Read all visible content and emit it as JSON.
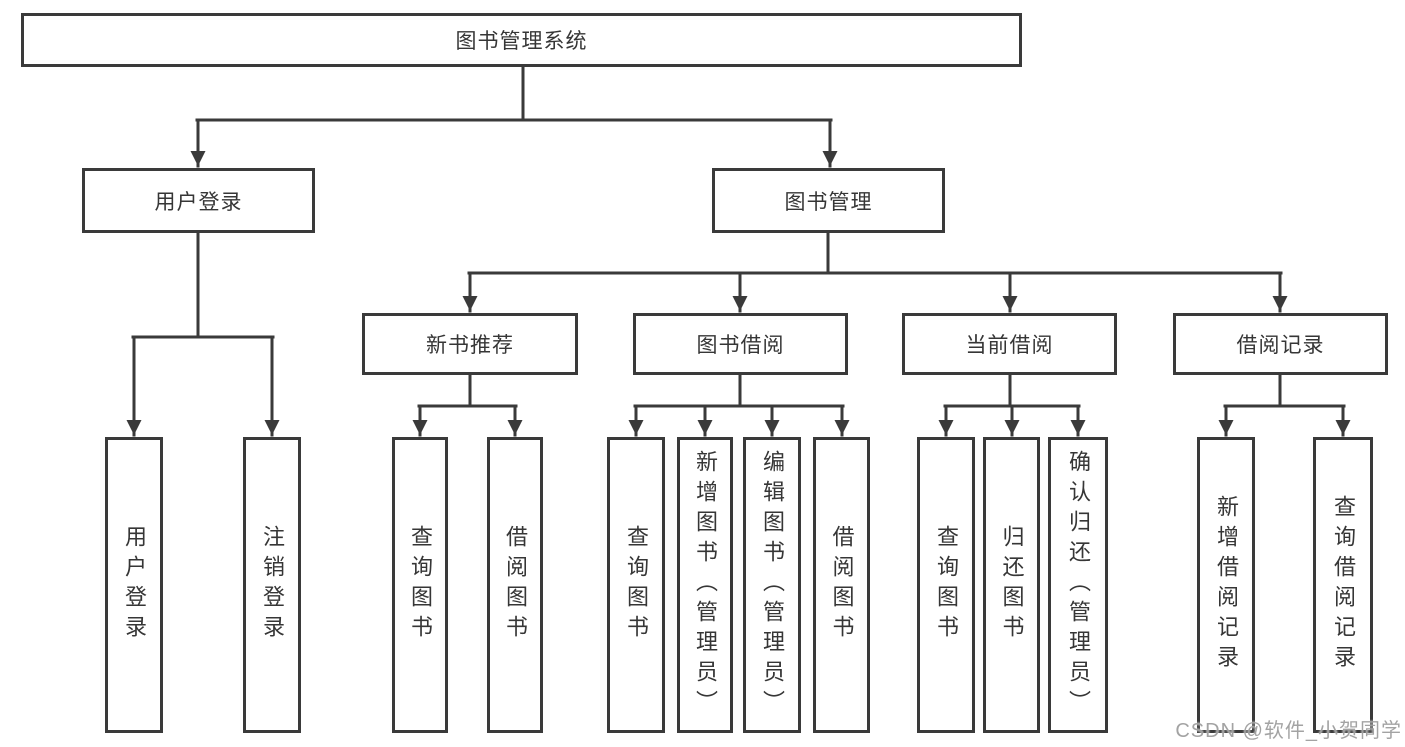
{
  "diagram": {
    "tree": {
      "label": "图书管理系统",
      "children": [
        {
          "label": "用户登录",
          "children": [
            {
              "label": "用户登录"
            },
            {
              "label": "注销登录"
            }
          ]
        },
        {
          "label": "图书管理",
          "children": [
            {
              "label": "新书推荐",
              "children": [
                {
                  "label": "查询图书"
                },
                {
                  "label": "借阅图书"
                }
              ]
            },
            {
              "label": "图书借阅",
              "children": [
                {
                  "label": "查询图书"
                },
                {
                  "label": "新增图书（管理员）"
                },
                {
                  "label": "编辑图书（管理员）"
                },
                {
                  "label": "借阅图书"
                }
              ]
            },
            {
              "label": "当前借阅",
              "children": [
                {
                  "label": "查询图书"
                },
                {
                  "label": "归还图书"
                },
                {
                  "label": "确认归还（管理员）"
                }
              ]
            },
            {
              "label": "借阅记录",
              "children": [
                {
                  "label": "新增借阅记录"
                },
                {
                  "label": "查询借阅记录"
                }
              ]
            }
          ]
        }
      ]
    },
    "watermark": "CSDN @软件_小贺同学",
    "colors": {
      "line": "#3a3a3a",
      "box_border": "#3a3a3a",
      "box_fill": "#ffffff",
      "text": "#363636",
      "watermark": "#9e9e9e",
      "background": "#ffffff"
    }
  }
}
